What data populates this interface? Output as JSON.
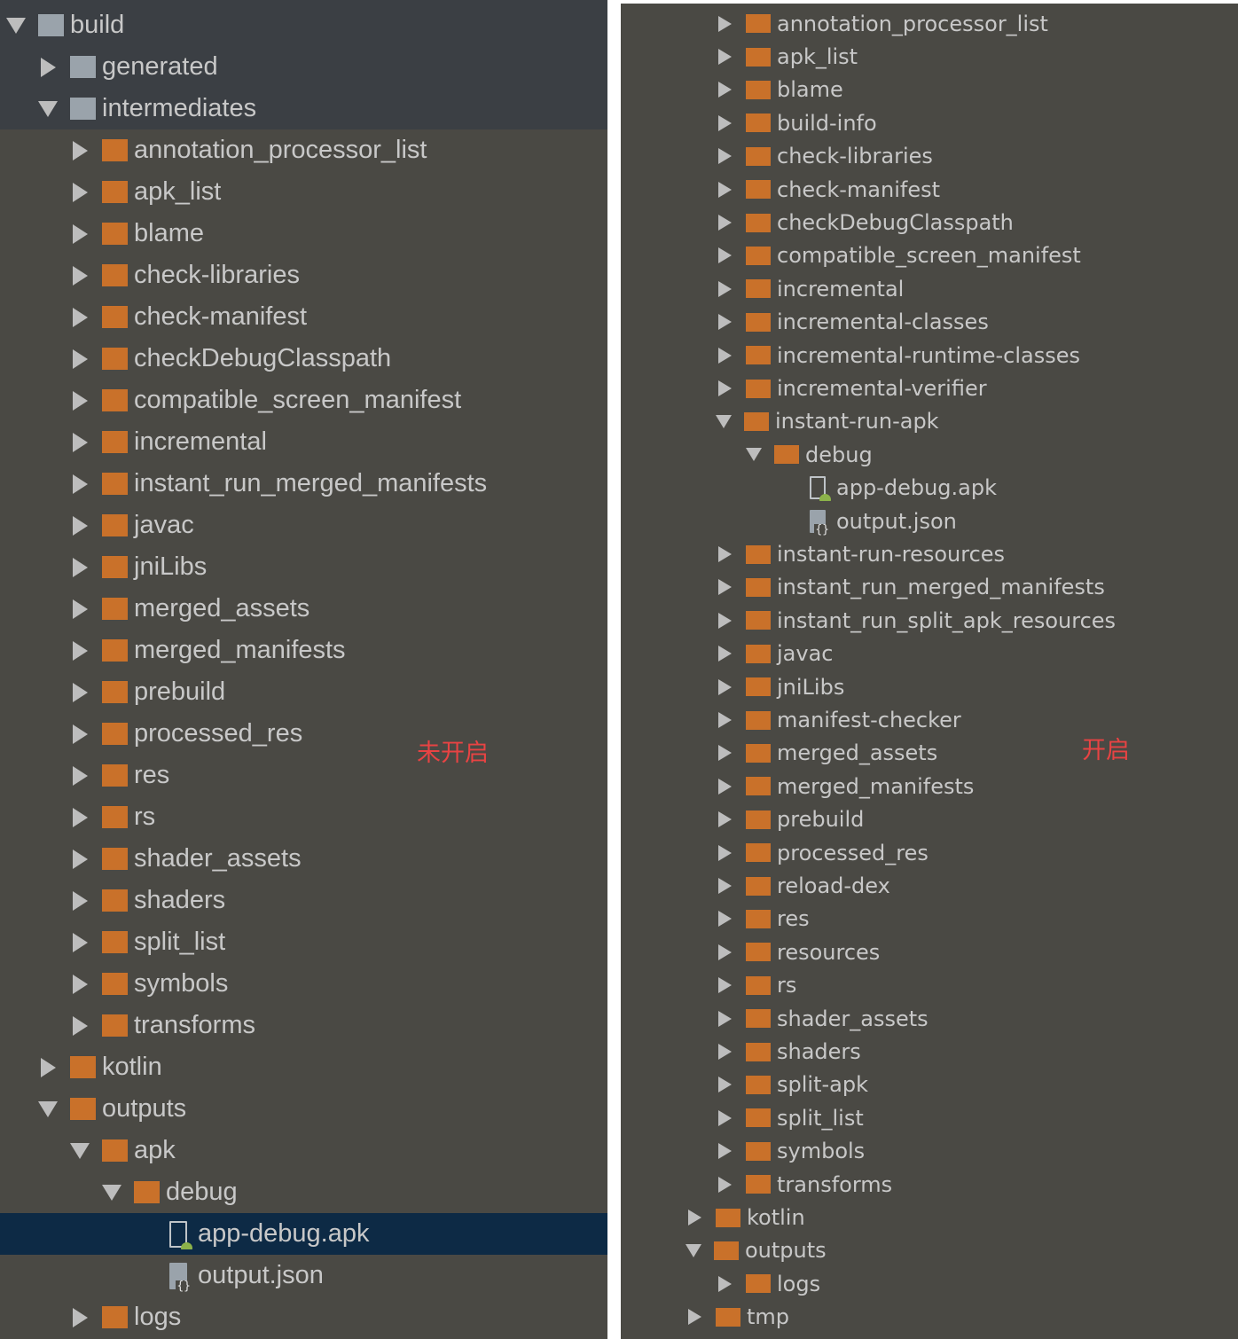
{
  "left_panel": {
    "note": "未开启",
    "rows": [
      {
        "label": "build",
        "depth": 0,
        "arrow": "down",
        "icon": "folder-gray"
      },
      {
        "label": "generated",
        "depth": 1,
        "arrow": "right",
        "icon": "folder-gray"
      },
      {
        "label": "intermediates",
        "depth": 1,
        "arrow": "down",
        "icon": "folder-gray"
      },
      {
        "label": "annotation_processor_list",
        "depth": 2,
        "arrow": "right",
        "icon": "folder"
      },
      {
        "label": "apk_list",
        "depth": 2,
        "arrow": "right",
        "icon": "folder"
      },
      {
        "label": "blame",
        "depth": 2,
        "arrow": "right",
        "icon": "folder"
      },
      {
        "label": "check-libraries",
        "depth": 2,
        "arrow": "right",
        "icon": "folder"
      },
      {
        "label": "check-manifest",
        "depth": 2,
        "arrow": "right",
        "icon": "folder"
      },
      {
        "label": "checkDebugClasspath",
        "depth": 2,
        "arrow": "right",
        "icon": "folder"
      },
      {
        "label": "compatible_screen_manifest",
        "depth": 2,
        "arrow": "right",
        "icon": "folder"
      },
      {
        "label": "incremental",
        "depth": 2,
        "arrow": "right",
        "icon": "folder"
      },
      {
        "label": "instant_run_merged_manifests",
        "depth": 2,
        "arrow": "right",
        "icon": "folder"
      },
      {
        "label": "javac",
        "depth": 2,
        "arrow": "right",
        "icon": "folder"
      },
      {
        "label": "jniLibs",
        "depth": 2,
        "arrow": "right",
        "icon": "folder"
      },
      {
        "label": "merged_assets",
        "depth": 2,
        "arrow": "right",
        "icon": "folder"
      },
      {
        "label": "merged_manifests",
        "depth": 2,
        "arrow": "right",
        "icon": "folder"
      },
      {
        "label": "prebuild",
        "depth": 2,
        "arrow": "right",
        "icon": "folder"
      },
      {
        "label": "processed_res",
        "depth": 2,
        "arrow": "right",
        "icon": "folder"
      },
      {
        "label": "res",
        "depth": 2,
        "arrow": "right",
        "icon": "folder"
      },
      {
        "label": "rs",
        "depth": 2,
        "arrow": "right",
        "icon": "folder"
      },
      {
        "label": "shader_assets",
        "depth": 2,
        "arrow": "right",
        "icon": "folder"
      },
      {
        "label": "shaders",
        "depth": 2,
        "arrow": "right",
        "icon": "folder"
      },
      {
        "label": "split_list",
        "depth": 2,
        "arrow": "right",
        "icon": "folder"
      },
      {
        "label": "symbols",
        "depth": 2,
        "arrow": "right",
        "icon": "folder"
      },
      {
        "label": "transforms",
        "depth": 2,
        "arrow": "right",
        "icon": "folder"
      },
      {
        "label": "kotlin",
        "depth": 1,
        "arrow": "right",
        "icon": "folder"
      },
      {
        "label": "outputs",
        "depth": 1,
        "arrow": "down",
        "icon": "folder"
      },
      {
        "label": "apk",
        "depth": 2,
        "arrow": "down",
        "icon": "folder"
      },
      {
        "label": "debug",
        "depth": 3,
        "arrow": "down",
        "icon": "folder"
      },
      {
        "label": "app-debug.apk",
        "depth": 4,
        "arrow": "none",
        "icon": "apk-file",
        "selected": true
      },
      {
        "label": "output.json",
        "depth": 4,
        "arrow": "none",
        "icon": "json-file"
      },
      {
        "label": "logs",
        "depth": 2,
        "arrow": "right",
        "icon": "folder"
      }
    ]
  },
  "right_panel": {
    "note": "开启",
    "rows": [
      {
        "label": "annotation_processor_list",
        "depth": 2,
        "arrow": "right",
        "icon": "folder"
      },
      {
        "label": "apk_list",
        "depth": 2,
        "arrow": "right",
        "icon": "folder"
      },
      {
        "label": "blame",
        "depth": 2,
        "arrow": "right",
        "icon": "folder"
      },
      {
        "label": "build-info",
        "depth": 2,
        "arrow": "right",
        "icon": "folder"
      },
      {
        "label": "check-libraries",
        "depth": 2,
        "arrow": "right",
        "icon": "folder"
      },
      {
        "label": "check-manifest",
        "depth": 2,
        "arrow": "right",
        "icon": "folder"
      },
      {
        "label": "checkDebugClasspath",
        "depth": 2,
        "arrow": "right",
        "icon": "folder"
      },
      {
        "label": "compatible_screen_manifest",
        "depth": 2,
        "arrow": "right",
        "icon": "folder"
      },
      {
        "label": "incremental",
        "depth": 2,
        "arrow": "right",
        "icon": "folder"
      },
      {
        "label": "incremental-classes",
        "depth": 2,
        "arrow": "right",
        "icon": "folder"
      },
      {
        "label": "incremental-runtime-classes",
        "depth": 2,
        "arrow": "right",
        "icon": "folder"
      },
      {
        "label": "incremental-verifier",
        "depth": 2,
        "arrow": "right",
        "icon": "folder"
      },
      {
        "label": "instant-run-apk",
        "depth": 2,
        "arrow": "down",
        "icon": "folder"
      },
      {
        "label": "debug",
        "depth": 3,
        "arrow": "down",
        "icon": "folder"
      },
      {
        "label": "app-debug.apk",
        "depth": 4,
        "arrow": "none",
        "icon": "apk-file"
      },
      {
        "label": "output.json",
        "depth": 4,
        "arrow": "none",
        "icon": "json-file"
      },
      {
        "label": "instant-run-resources",
        "depth": 2,
        "arrow": "right",
        "icon": "folder"
      },
      {
        "label": "instant_run_merged_manifests",
        "depth": 2,
        "arrow": "right",
        "icon": "folder"
      },
      {
        "label": "instant_run_split_apk_resources",
        "depth": 2,
        "arrow": "right",
        "icon": "folder"
      },
      {
        "label": "javac",
        "depth": 2,
        "arrow": "right",
        "icon": "folder"
      },
      {
        "label": "jniLibs",
        "depth": 2,
        "arrow": "right",
        "icon": "folder"
      },
      {
        "label": "manifest-checker",
        "depth": 2,
        "arrow": "right",
        "icon": "folder"
      },
      {
        "label": "merged_assets",
        "depth": 2,
        "arrow": "right",
        "icon": "folder"
      },
      {
        "label": "merged_manifests",
        "depth": 2,
        "arrow": "right",
        "icon": "folder"
      },
      {
        "label": "prebuild",
        "depth": 2,
        "arrow": "right",
        "icon": "folder"
      },
      {
        "label": "processed_res",
        "depth": 2,
        "arrow": "right",
        "icon": "folder"
      },
      {
        "label": "reload-dex",
        "depth": 2,
        "arrow": "right",
        "icon": "folder"
      },
      {
        "label": "res",
        "depth": 2,
        "arrow": "right",
        "icon": "folder"
      },
      {
        "label": "resources",
        "depth": 2,
        "arrow": "right",
        "icon": "folder"
      },
      {
        "label": "rs",
        "depth": 2,
        "arrow": "right",
        "icon": "folder"
      },
      {
        "label": "shader_assets",
        "depth": 2,
        "arrow": "right",
        "icon": "folder"
      },
      {
        "label": "shaders",
        "depth": 2,
        "arrow": "right",
        "icon": "folder"
      },
      {
        "label": "split-apk",
        "depth": 2,
        "arrow": "right",
        "icon": "folder"
      },
      {
        "label": "split_list",
        "depth": 2,
        "arrow": "right",
        "icon": "folder"
      },
      {
        "label": "symbols",
        "depth": 2,
        "arrow": "right",
        "icon": "folder"
      },
      {
        "label": "transforms",
        "depth": 2,
        "arrow": "right",
        "icon": "folder"
      },
      {
        "label": "kotlin",
        "depth": 1,
        "arrow": "right",
        "icon": "folder"
      },
      {
        "label": "outputs",
        "depth": 1,
        "arrow": "down",
        "icon": "folder"
      },
      {
        "label": "logs",
        "depth": 2,
        "arrow": "right",
        "icon": "folder"
      },
      {
        "label": "tmp",
        "depth": 1,
        "arrow": "right",
        "icon": "folder"
      }
    ]
  },
  "colors": {
    "panel_bg": "#4a4944",
    "header_band": "#3b3f44",
    "selection": "#0d2a45",
    "folder": "#c9712a",
    "folder_gray": "#9aa3ab",
    "text": "#c8c8c8",
    "note": "#e84343"
  }
}
